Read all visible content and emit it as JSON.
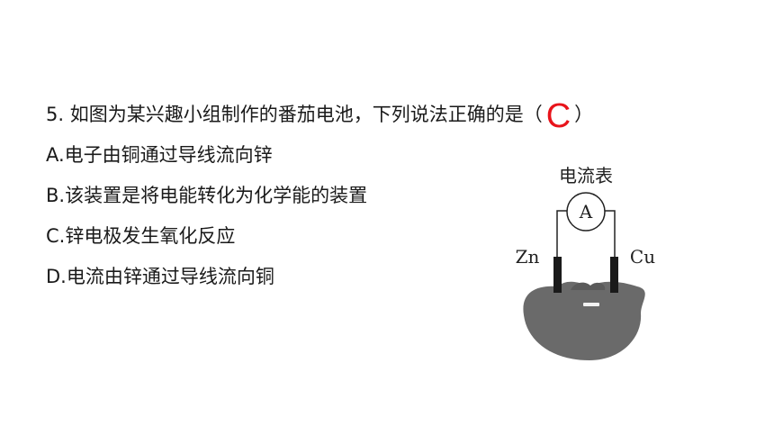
{
  "question": {
    "stem": "5. 如图为某兴趣小组制作的番茄电池，下列说法正确的是（",
    "answer": "C",
    "close_paren": "）"
  },
  "options": [
    "A.电子由铜通过导线流向锌",
    "B.该装置是将电能转化为化学能的装置",
    "C.锌电极发生氧化反应",
    "D.电流由锌通过导线流向铜"
  ],
  "diagram": {
    "meter_label": "电流表",
    "meter_symbol": "A",
    "left_electrode": "Zn",
    "right_electrode": "Cu",
    "colors": {
      "tomato": "#6a6a6a",
      "electrode": "#1a1a1a",
      "answer": "#e8141b"
    }
  }
}
